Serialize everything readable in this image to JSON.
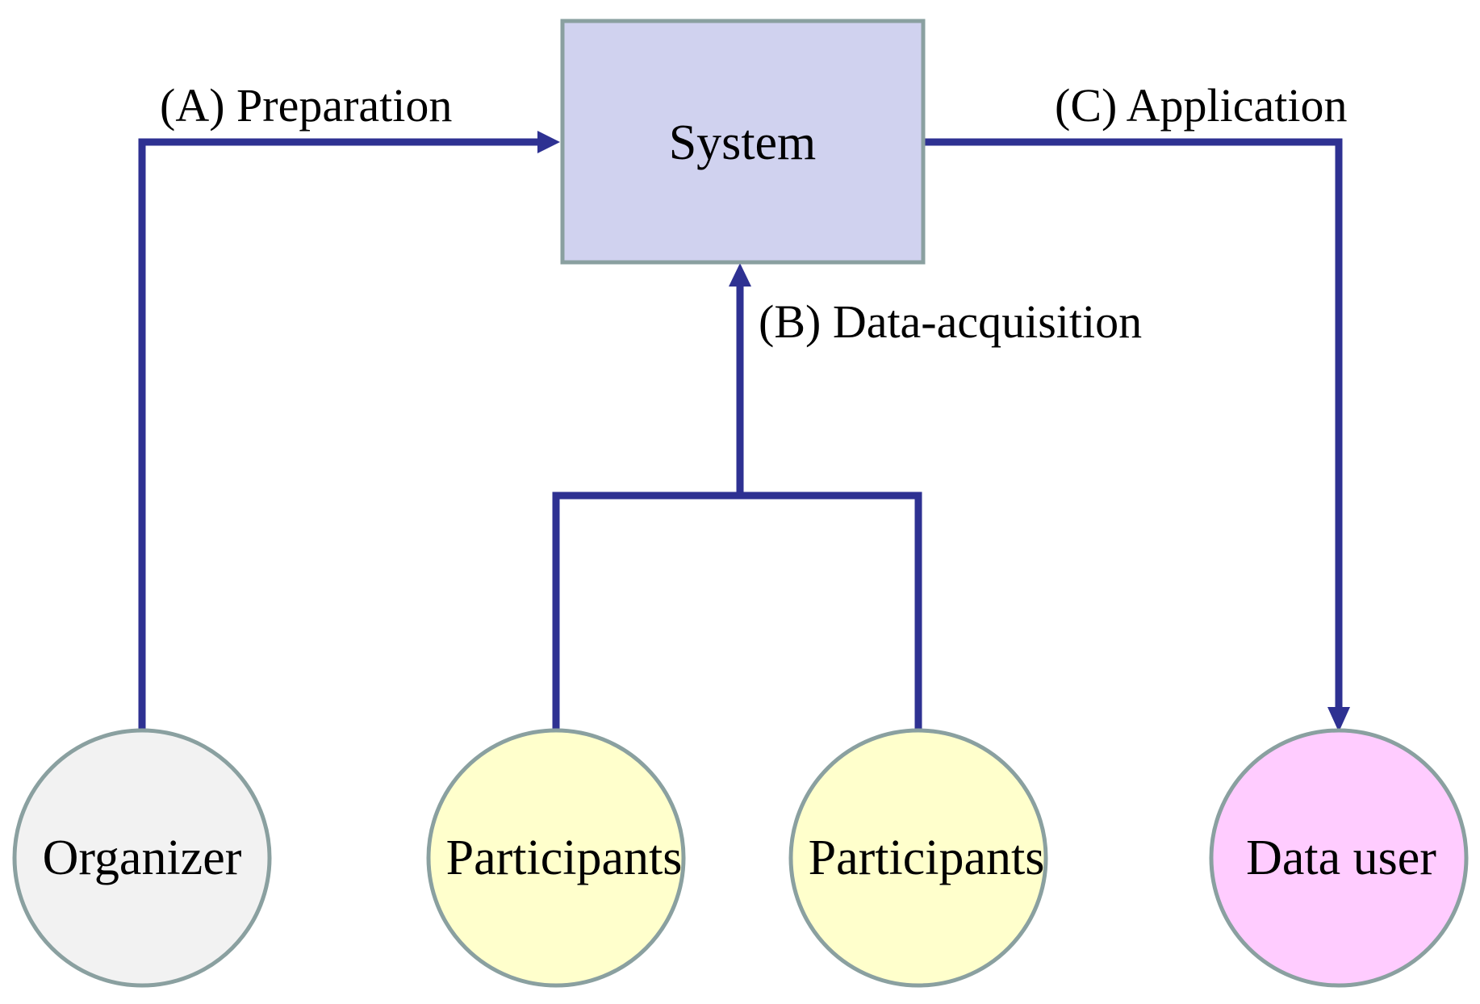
{
  "nodes": {
    "system": {
      "label": "System",
      "fill": "#d0d2ef"
    },
    "organizer": {
      "label": "Organizer",
      "fill": "#f2f2f2"
    },
    "participants_1": {
      "label": "Participants",
      "fill": "#ffffcc"
    },
    "participants_2": {
      "label": "Participants",
      "fill": "#ffffcc"
    },
    "data_user": {
      "label": "Data user",
      "fill": "#ffccff"
    }
  },
  "edges": {
    "preparation": {
      "label": "(A) Preparation",
      "from": "organizer",
      "to": "system"
    },
    "data_acquisition": {
      "label": "(B) Data-acquisition",
      "from": "participants",
      "to": "system"
    },
    "application": {
      "label": "(C) Application",
      "from": "system",
      "to": "data_user"
    }
  },
  "colors": {
    "connector": "#2e3192",
    "node_border": "#8aa0a0"
  }
}
